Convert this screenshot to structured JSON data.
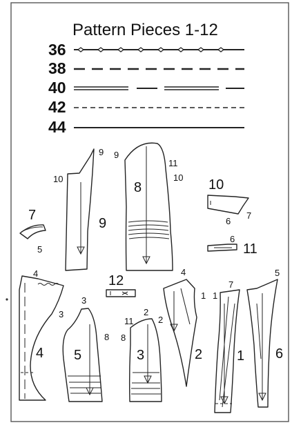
{
  "title": "Pattern Pieces 1-12",
  "legend": [
    {
      "size": "36",
      "style": "dot-diamond"
    },
    {
      "size": "38",
      "style": "long-dash"
    },
    {
      "size": "40",
      "style": "long-short"
    },
    {
      "size": "42",
      "style": "short-dash"
    },
    {
      "size": "44",
      "style": "solid"
    }
  ],
  "labels": {
    "p9_big": "9",
    "p9_a": "9",
    "p9_b": "10",
    "p8_big": "8",
    "p8_a": "9",
    "p8_b": "11",
    "p8_c": "10",
    "p10_big": "10",
    "p10_a": "6",
    "p10_b": "7",
    "p11_big": "11",
    "p11_a": "6",
    "p7_big": "7",
    "p7_a": "5",
    "p12_big": "12",
    "p4_big": "4",
    "p4_a": "4",
    "p4_b": "3",
    "p5_big": "5",
    "p5_a": "3",
    "p5_b": "8",
    "p3_big": "3",
    "p3_a": "11",
    "p3_b": "2",
    "p3_c": "8",
    "p2_big": "2",
    "p2_a": "4",
    "p2_b": "2",
    "p2_c": "1",
    "p1_big": "1",
    "p1_a": "7",
    "p1_b": "1",
    "p6_big": "6",
    "p6_a": "5"
  },
  "colors": {
    "ink": "#222222",
    "frame": "#555555"
  }
}
